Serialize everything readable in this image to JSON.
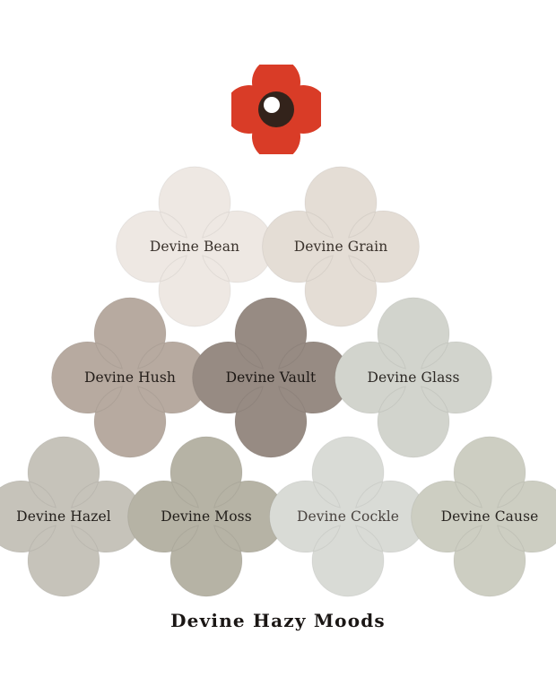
{
  "palette_title": "Devine Hazy Moods",
  "logo": {
    "icon": "poppy-flower-icon",
    "petal_color": "#d93c27",
    "center_color": "#33231b",
    "highlight_color": "#ffffff"
  },
  "swatches": [
    {
      "name": "Devine Bean",
      "color": "#eee8e3",
      "text_color": "#3a322c"
    },
    {
      "name": "Devine Grain",
      "color": "#e4ddd5",
      "text_color": "#3a322c"
    },
    {
      "name": "Devine Hush",
      "color": "#b7aaa0",
      "text_color": "#221c18"
    },
    {
      "name": "Devine Vault",
      "color": "#978b83",
      "text_color": "#1c1714"
    },
    {
      "name": "Devine Glass",
      "color": "#d2d4cd",
      "text_color": "#2e2a26"
    },
    {
      "name": "Devine Hazel",
      "color": "#c6c3ba",
      "text_color": "#221e1a"
    },
    {
      "name": "Devine Moss",
      "color": "#b6b3a5",
      "text_color": "#221e1a"
    },
    {
      "name": "Devine Cockle",
      "color": "#d9dbd6",
      "text_color": "#4a4440"
    },
    {
      "name": "Devine Cause",
      "color": "#cdcec2",
      "text_color": "#2a2622"
    }
  ]
}
